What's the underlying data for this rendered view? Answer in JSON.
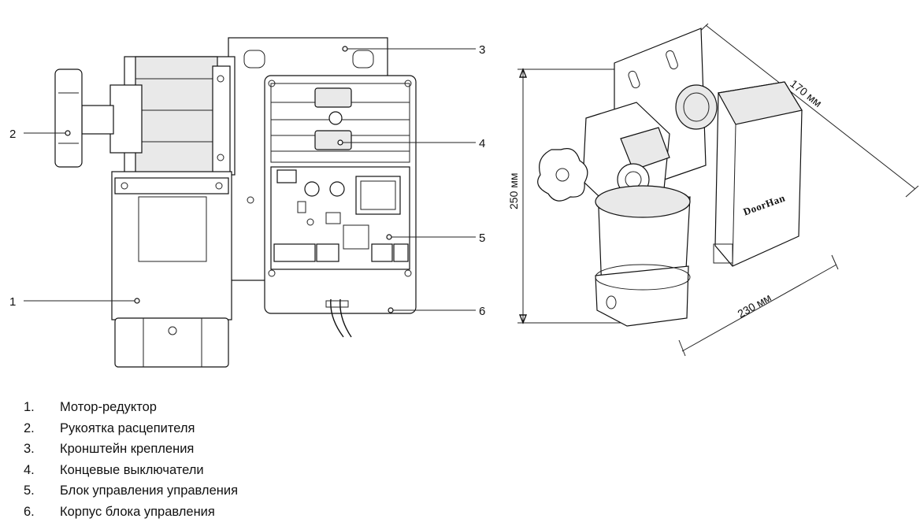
{
  "callouts": [
    "1",
    "2",
    "3",
    "4",
    "5",
    "6"
  ],
  "dimensions": {
    "height": "250 мм",
    "depth": "170 мм",
    "width": "230 мм"
  },
  "brand_logo": "DoorHan",
  "legend": [
    {
      "num": "1.",
      "label": "Мотор-редуктор"
    },
    {
      "num": "2.",
      "label": "Рукоятка расцепителя"
    },
    {
      "num": "3.",
      "label": "Кронштейн крепления"
    },
    {
      "num": "4.",
      "label": "Концевые выключатели"
    },
    {
      "num": "5.",
      "label": "Блок управления управления"
    },
    {
      "num": "6.",
      "label": "Корпус блока управления"
    }
  ]
}
